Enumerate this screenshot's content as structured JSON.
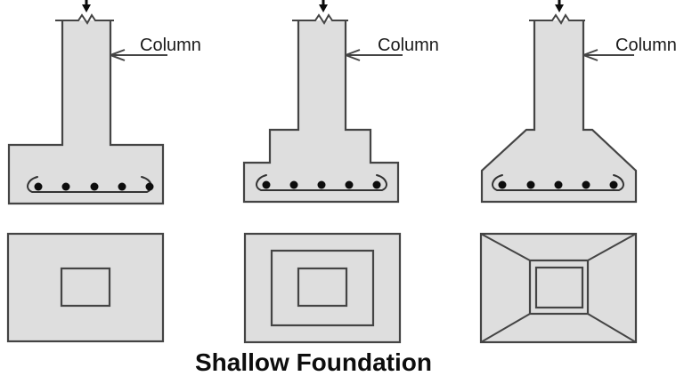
{
  "title": "Shallow Foundation",
  "figures": [
    {
      "label": "Column"
    },
    {
      "label": "Column"
    },
    {
      "label": "Column"
    }
  ],
  "colors": {
    "background": "#ffffff",
    "concrete_fill": "#dedede",
    "outline": "#444444",
    "rebar_line": "#333333",
    "rebar_dot": "#0d0d0d",
    "label_text": "#1a1a1a",
    "title_text": "#0d0d0d"
  }
}
